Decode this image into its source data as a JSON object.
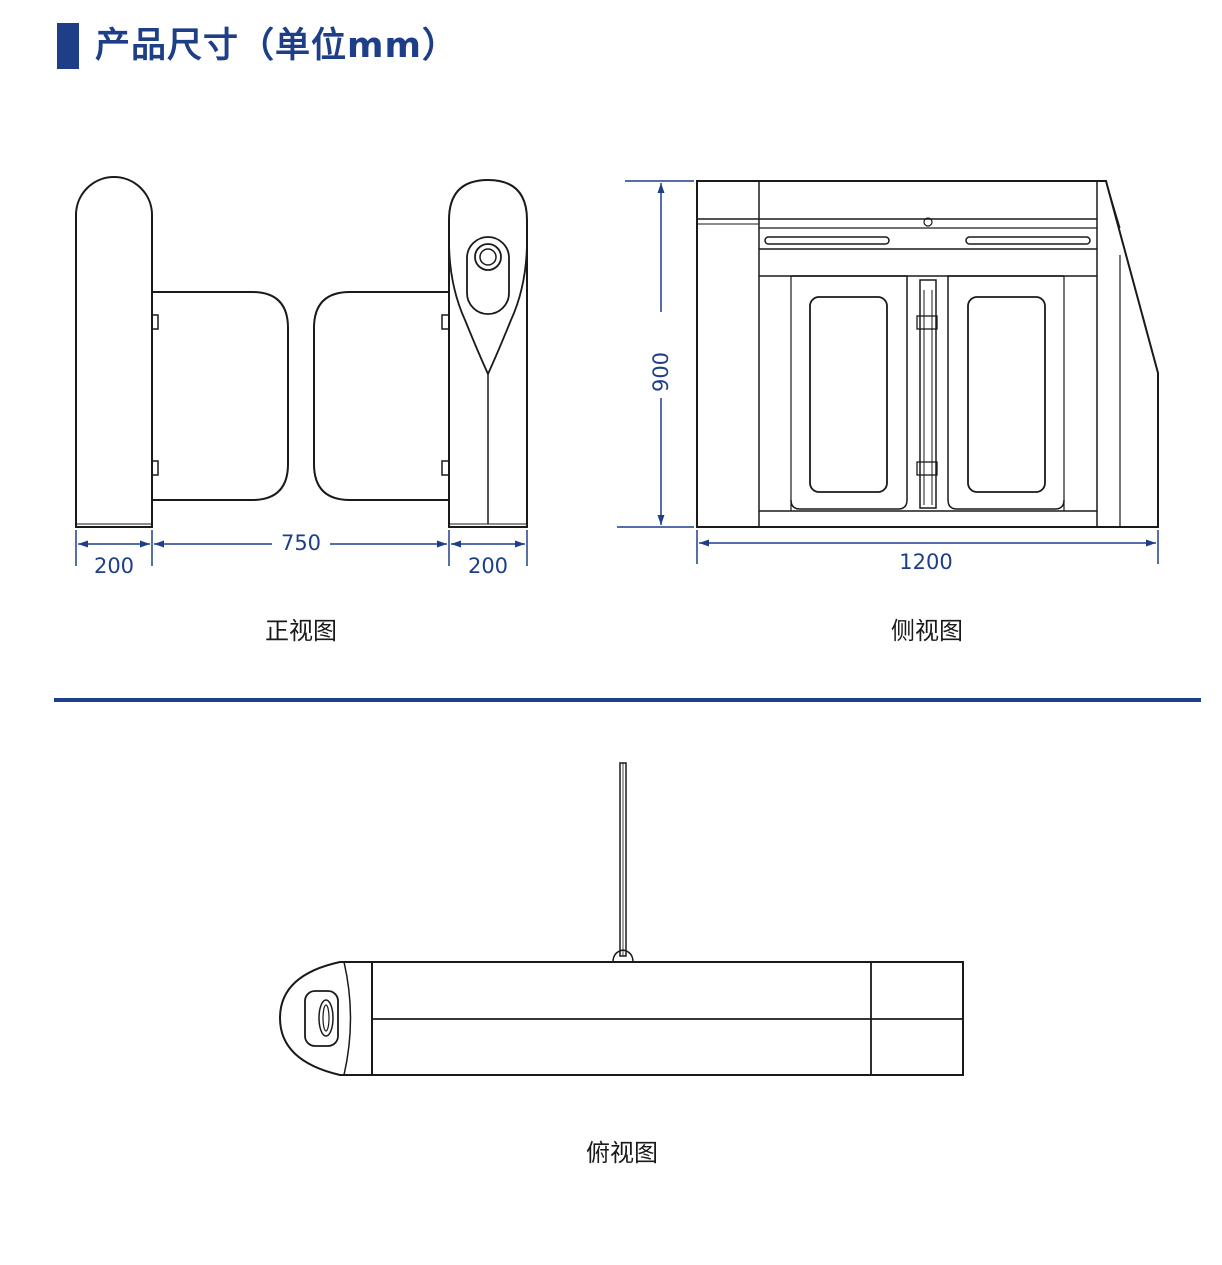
{
  "header": {
    "title": "产品尺寸（单位mm）"
  },
  "front_view": {
    "caption": "正视图",
    "dims": {
      "left": "200",
      "middle": "750",
      "right": "200"
    }
  },
  "side_view": {
    "caption": "侧视图",
    "dims": {
      "height": "900",
      "width": "1200"
    }
  },
  "top_view": {
    "caption": "俯视图"
  },
  "colors": {
    "accent": "#1e3f87",
    "line": "#1a1a1a"
  }
}
